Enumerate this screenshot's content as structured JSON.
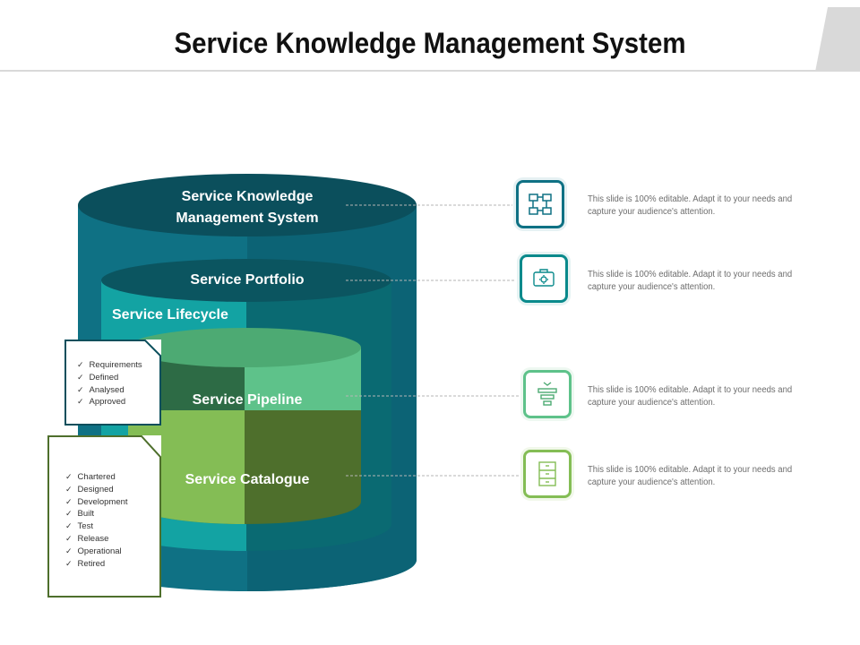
{
  "title": "Service Knowledge Management System",
  "layers": {
    "skms": [
      "Service Knowledge",
      "Management System"
    ],
    "portfolio": "Service Portfolio",
    "lifecycle": "Service Lifecycle",
    "pipeline": "Service Pipeline",
    "catalogue": "Service Catalogue"
  },
  "notes": {
    "pipeline_checklist": [
      "Requirements",
      "Defined",
      "Analysed",
      "Approved"
    ],
    "catalogue_checklist": [
      "Chartered",
      "Designed",
      "Development",
      "Built",
      "Test",
      "Release",
      "Operational",
      "Retired"
    ]
  },
  "items": [
    {
      "icon": "network-nodes-icon",
      "text": "This slide is 100% editable. Adapt it to your needs and capture your audience's attention."
    },
    {
      "icon": "briefcase-gear-icon",
      "text": "This slide is 100% editable. Adapt it to your needs and capture your audience's attention."
    },
    {
      "icon": "funnel-icon",
      "text": "This slide is 100% editable. Adapt it to your needs and capture your audience's attention."
    },
    {
      "icon": "file-cabinet-icon",
      "text": "This slide is 100% editable. Adapt it to your needs and capture your audience's attention."
    }
  ],
  "colors": {
    "skms_dark": "#0b4f5c",
    "skms_mid": "#0f7184",
    "portfolio": "#0a6a72",
    "lifecycle": "#13a3a3",
    "pipeline_top": "#4daa73",
    "pipeline_dark": "#2d6b45",
    "pipeline_light": "#5ec28a",
    "catalogue_light": "#84bd55",
    "catalogue_dark": "#4e6f2c"
  }
}
